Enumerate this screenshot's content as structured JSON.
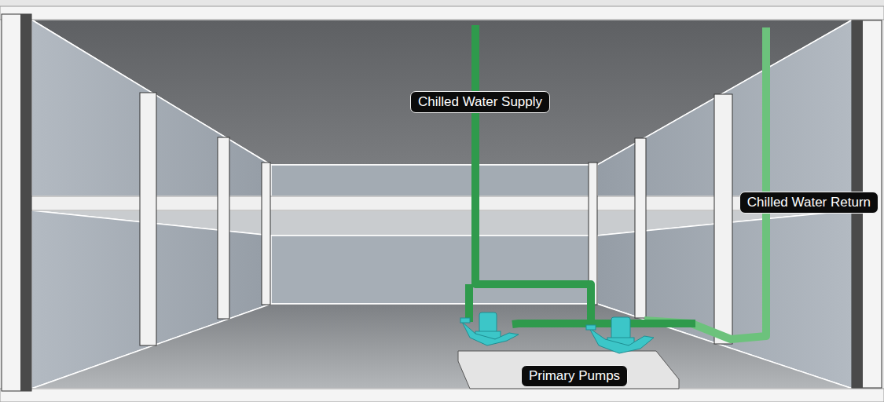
{
  "diagram": {
    "nodes": [
      {
        "text": [
          "Chilled Water Supply"
        ]
      },
      {
        "text": [
          "Chilled Water Return"
        ]
      },
      {
        "text": [
          "Primary Pumps"
        ]
      }
    ]
  }
}
